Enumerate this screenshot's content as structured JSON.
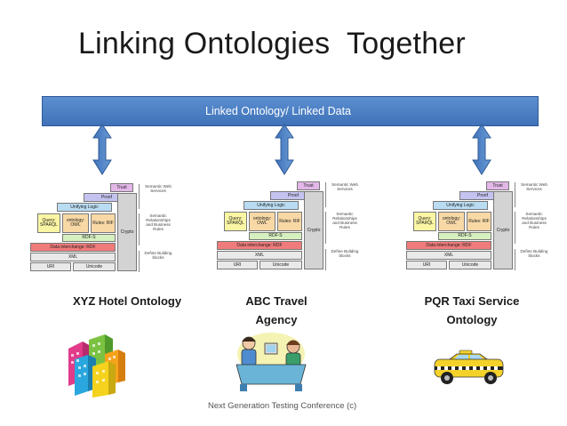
{
  "title": "Linking Ontologies  Together",
  "banner": "Linked Ontology/ Linked Data",
  "footer": "Next Generation Testing Conference (c)",
  "stack_layers": {
    "trust": "Trust",
    "proof": "Proof",
    "unifying_logic": "Unifying Logic",
    "query": "Query: SPARQL",
    "ontology": "ontology: OWL",
    "rules": "Rules: RIF",
    "rdfs": "RDF-S",
    "rdf": "Data interchange: RDF",
    "xml": "XML",
    "uri": "URI",
    "unicode": "Unicode",
    "crypto": "Crypto",
    "side_top": "Semantic Web Services",
    "side_mid": "Semantic Relationships and Business Rules",
    "side_bot": "Define Building blocks"
  },
  "ontologies": [
    {
      "label": "XYZ Hotel Ontology"
    },
    {
      "label": "ABC Travel Agency"
    },
    {
      "label": "PQR Taxi Service Ontology"
    }
  ],
  "colors": {
    "banner": "#4a7fc4",
    "arrow": "#4a7fc4",
    "trust": "#e3b7e8",
    "proof": "#c4c3f0",
    "logic": "#b9dcf2",
    "query": "#fbf6a4",
    "ontology": "#f8d9a6",
    "rdfs": "#d6f0bf",
    "rdf": "#f07b7b",
    "xml": "#e9e9e9",
    "crypto": "#d3d3d3"
  }
}
